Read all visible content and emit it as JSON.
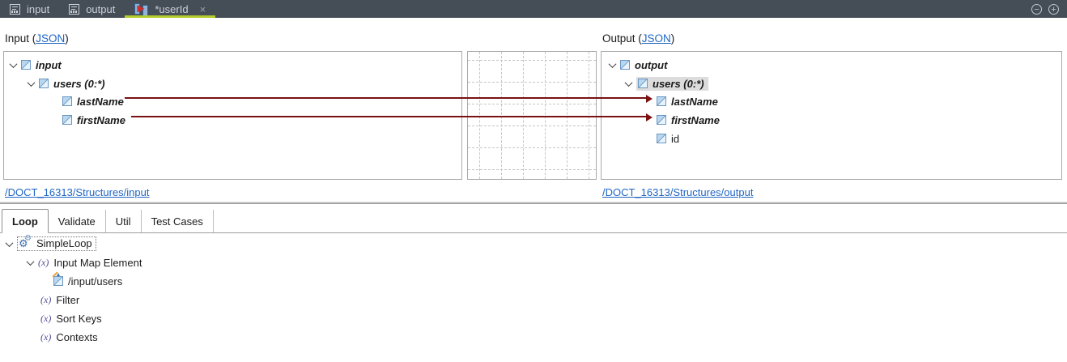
{
  "window": {
    "tabs": [
      {
        "label": "input"
      },
      {
        "label": "output"
      },
      {
        "label": "*userId",
        "close": "×",
        "active": true
      }
    ],
    "minimize": "−",
    "maximize": "+"
  },
  "input_section": {
    "title_pre": "Input (",
    "title_link": "JSON",
    "title_post": ")",
    "rows": [
      {
        "label": "input"
      },
      {
        "label": "users (0:*)"
      },
      {
        "label": "lastName"
      },
      {
        "label": "firstName"
      }
    ],
    "structure_link": "/DOCT_16313/Structures/input"
  },
  "output_section": {
    "title_pre": "Output (",
    "title_link": "JSON",
    "title_post": ")",
    "rows": [
      {
        "label": "output"
      },
      {
        "label": "users (0:*)",
        "selected": true
      },
      {
        "label": "lastName",
        "mapped": true
      },
      {
        "label": "firstName",
        "mapped": true
      },
      {
        "label": "id"
      }
    ],
    "structure_link": "/DOCT_16313/Structures/output"
  },
  "mappings": [
    {
      "from": "/input/users/lastName",
      "to": "/output/users/lastName"
    },
    {
      "from": "/input/users/firstName",
      "to": "/output/users/firstName"
    }
  ],
  "bottom_panel": {
    "tabs": [
      {
        "label": "Loop",
        "active": true
      },
      {
        "label": "Validate"
      },
      {
        "label": "Util"
      },
      {
        "label": "Test Cases"
      }
    ],
    "fx_glyph": "(x)",
    "tree": [
      {
        "label": "SimpleLoop"
      },
      {
        "label": "Input Map Element"
      },
      {
        "label": "/input/users"
      },
      {
        "label": "Filter"
      },
      {
        "label": "Sort Keys"
      },
      {
        "label": "Contexts"
      }
    ]
  },
  "colors": {
    "topbar_bg": "#454d57",
    "active_tab_underline": "#b4cc2c",
    "mapping_line": "#7a1212",
    "link": "#2066c5",
    "selected_row_bg": "#dcdcdc"
  }
}
